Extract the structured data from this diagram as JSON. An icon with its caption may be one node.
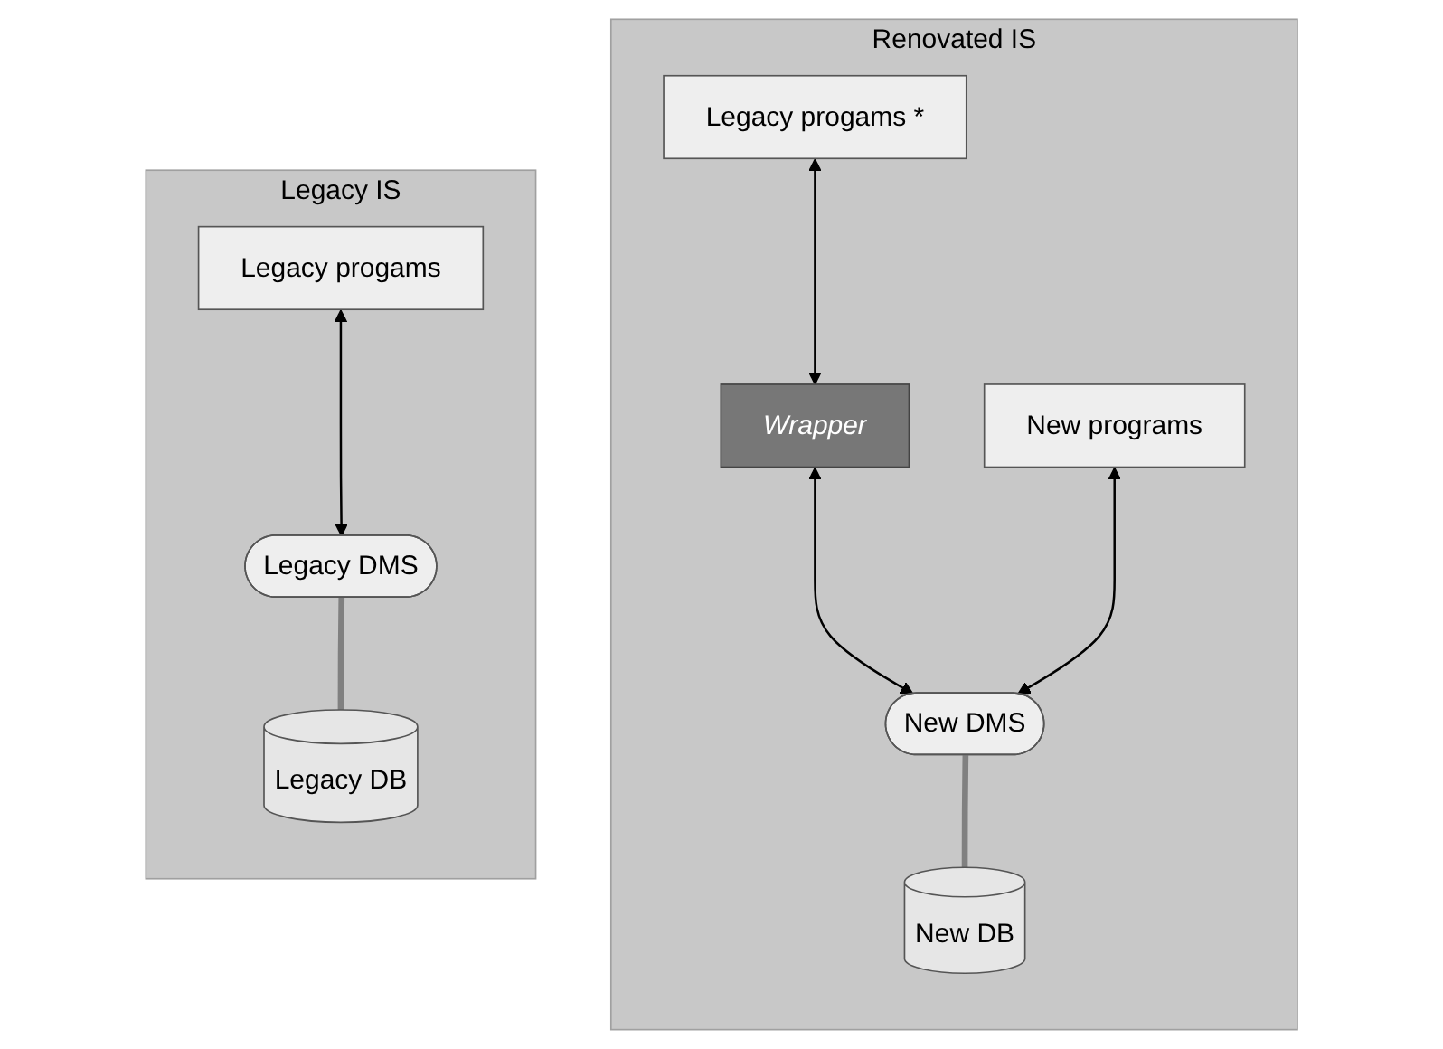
{
  "diagram": {
    "nodes": [
      {
        "text": [
          "Legacy IS"
        ]
      },
      {
        "text": [
          "Legacy progams"
        ],
        "in": 0
      },
      {
        "text": [
          "Legacy DMS"
        ],
        "in": 0
      },
      {
        "text": [
          "Legacy DB"
        ],
        "in": 0
      },
      {
        "text": [
          "Renovated IS"
        ]
      },
      {
        "text": [
          "Legacy progams *"
        ],
        "in": 4
      },
      {
        "text": [
          "New programs"
        ],
        "in": 4
      },
      {
        "text": [
          "Wrapper"
        ],
        "in": 4
      },
      {
        "text": [
          "New DMS"
        ],
        "in": 4
      },
      {
        "text": [
          "New DB"
        ],
        "in": 4
      }
    ],
    "edges": [
      {
        "from": 1,
        "to": 2,
        "arrow": "both"
      },
      {
        "from": 2,
        "to": 3,
        "arrow": "none",
        "style": "thick",
        "color": "#808080"
      },
      {
        "from": 5,
        "to": 7,
        "arrow": "both"
      },
      {
        "from": 7,
        "to": 8,
        "arrow": "both"
      },
      {
        "from": 6,
        "to": 8,
        "arrow": "both"
      },
      {
        "from": 8,
        "to": 9,
        "arrow": "none",
        "style": "thick",
        "color": "#808080"
      }
    ]
  }
}
